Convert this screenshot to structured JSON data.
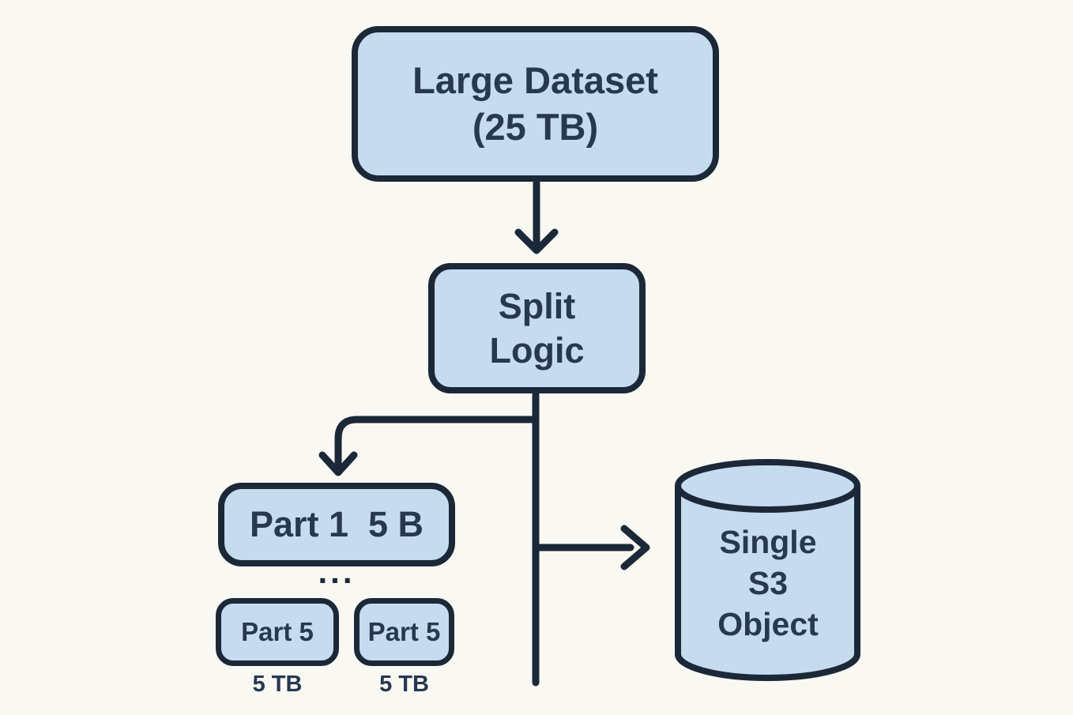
{
  "diagram": {
    "title": "Large dataset split into parts uploaded as single S3 object",
    "colors": {
      "background": "#f9f8f3",
      "node_fill": "#c7dbef",
      "stroke": "#1b2838",
      "text": "#273850"
    },
    "nodes": {
      "large_dataset": {
        "label_line1": "Large Dataset",
        "label_line2": "(25 TB)"
      },
      "split_logic": {
        "label_line1": "Split",
        "label_line2": "Logic"
      },
      "part1": {
        "label": "Part 1  5 B"
      },
      "ellipsis": "...",
      "part5_left": {
        "label": "Part 5",
        "size_label": "5 TB"
      },
      "part5_right": {
        "label": "Part 5",
        "size_label": "5 TB"
      },
      "s3_object": {
        "label_line1": "Single",
        "label_line2": "S3",
        "label_line3": "Object"
      }
    }
  }
}
